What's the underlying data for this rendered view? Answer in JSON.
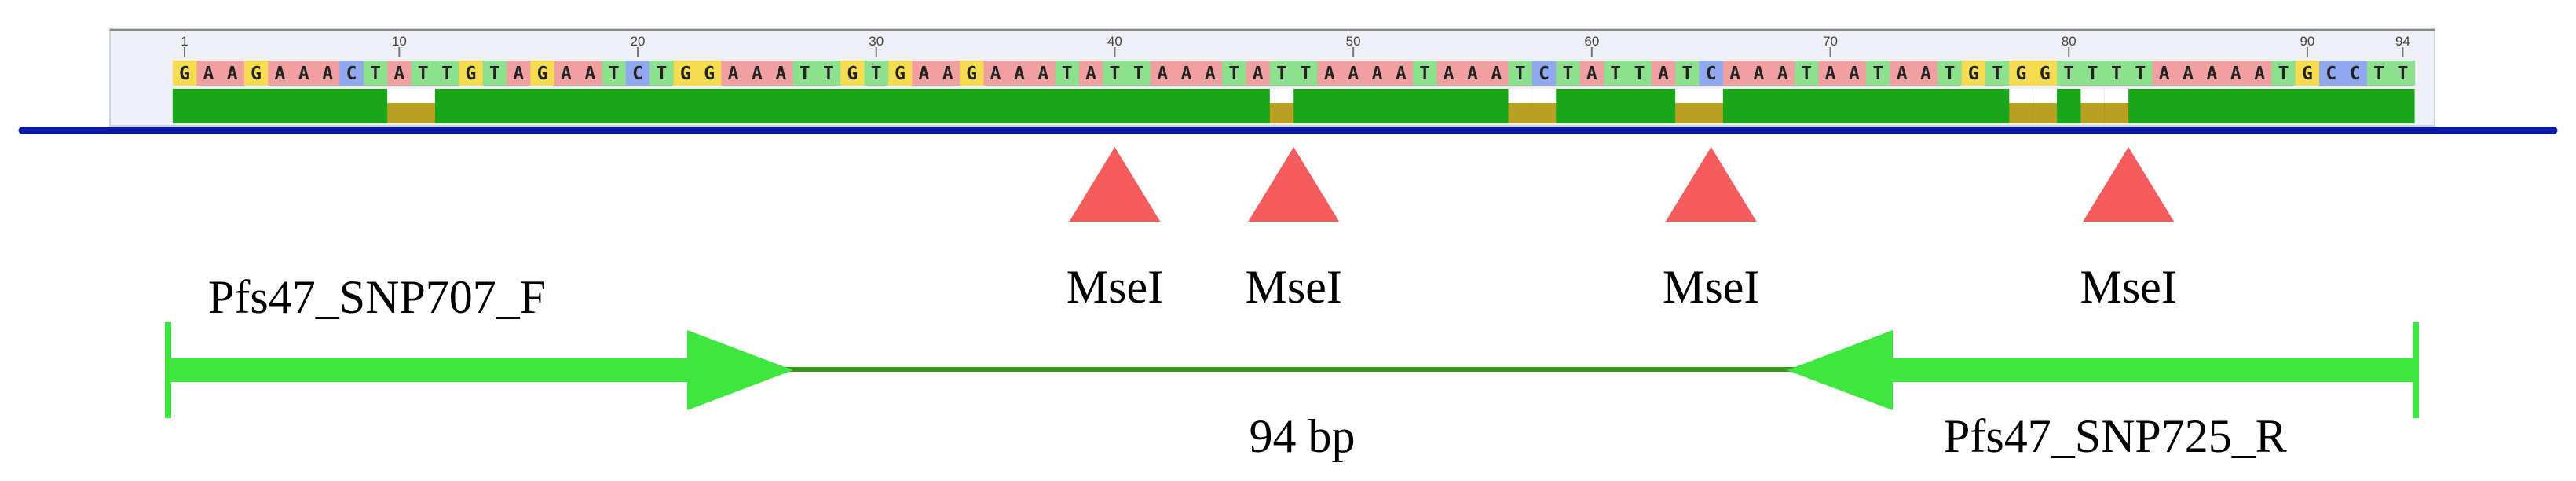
{
  "sequence": {
    "bases": "GAAGAAACTATTGTAGAATCTGGAAATTGTGAAGAAATATTAAATATTAAAATAAATCTATTATCAAATAATAATGTGGTTTTAAAAATGCCTT",
    "length": 94,
    "tick_labels": [
      "1",
      "10",
      "20",
      "30",
      "40",
      "50",
      "60",
      "70",
      "80",
      "90",
      "94"
    ],
    "tick_positions": [
      1,
      10,
      20,
      30,
      40,
      50,
      60,
      70,
      80,
      90,
      94
    ],
    "base_colors": {
      "A": "#f0a0a0",
      "C": "#8fa8f0",
      "G": "#f5dc50",
      "T": "#8de08d"
    },
    "coverage_gaps": [
      10,
      11,
      47,
      57,
      58,
      64,
      65,
      78,
      79,
      81,
      82
    ],
    "coverage_color": "#1aa51a",
    "gap_color": "#b8a020"
  },
  "reference_line_color": "#0a1aa8",
  "restriction_sites": [
    {
      "label": "MseI",
      "position": 40
    },
    {
      "label": "MseI",
      "position": 47.5
    },
    {
      "label": "MseI",
      "position": 65
    },
    {
      "label": "MseI",
      "position": 82.5
    }
  ],
  "site_marker_color": "#f45d5d",
  "primers": {
    "forward": {
      "label": "Pfs47_SNP707_F"
    },
    "reverse": {
      "label": "Pfs47_SNP725_R"
    },
    "color": "#3fe63f"
  },
  "amplicon": {
    "label": "94 bp",
    "line_color": "#3a9a1a"
  }
}
